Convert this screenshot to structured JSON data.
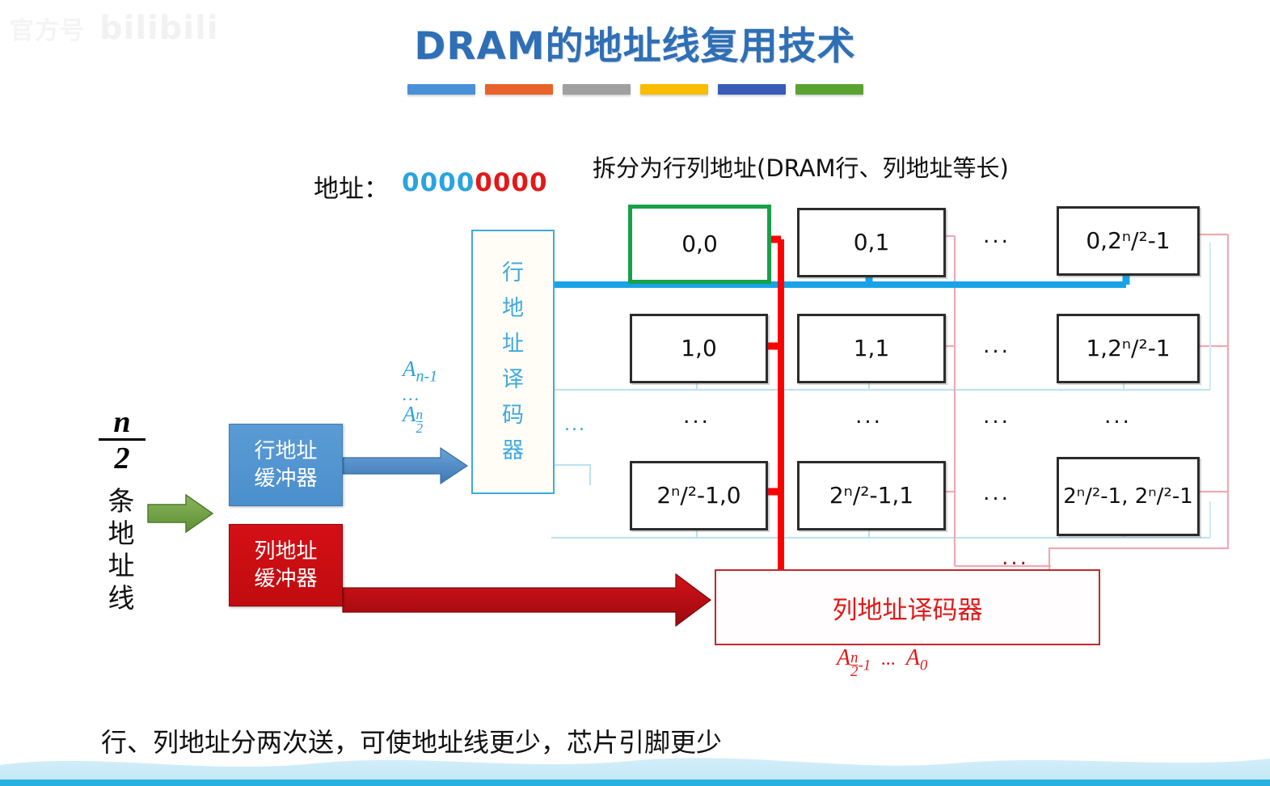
{
  "watermark": {
    "cn": "官方号",
    "brand": "bilibili"
  },
  "title": {
    "en": "DRAM",
    "cn": "的地址线复用技术"
  },
  "title_bars": [
    {
      "name": "bar-blue",
      "color": "#4a90d9"
    },
    {
      "name": "bar-orange",
      "color": "#e8632a"
    },
    {
      "name": "bar-gray",
      "color": "#a0a0a0"
    },
    {
      "name": "bar-gold",
      "color": "#fbbc04"
    },
    {
      "name": "bar-navy",
      "color": "#3a5cb8"
    },
    {
      "name": "bar-green",
      "color": "#5ba331"
    }
  ],
  "address": {
    "label": "地址：",
    "row_bits": "0000",
    "col_bits": "0000",
    "row_bits_color": "#2aa3e0",
    "col_bits_color": "#e01a1a"
  },
  "split_note": "拆分为行列地址(DRAM行、列地址等长)",
  "left": {
    "n_numerator": "n",
    "n_denominator": "2",
    "lines_label": [
      "条",
      "地",
      "址",
      "线"
    ]
  },
  "buffers": {
    "row": {
      "line1": "行地址",
      "line2": "缓冲器",
      "color": "#4a8fcc"
    },
    "col": {
      "line1": "列地址",
      "line2": "缓冲器",
      "color": "#c00c10"
    }
  },
  "row_addr_signal": {
    "high": "A",
    "high_sub": "n-1",
    "dots": "...",
    "low": "A",
    "low_sub_num": "n",
    "low_sub_den": "2"
  },
  "col_addr_signal": {
    "high": "A",
    "high_sub_num": "n",
    "high_sub_den": "2",
    "high_sub_tail": "-1",
    "dots": "...",
    "low": "A",
    "low_sub": "0"
  },
  "row_decoder": {
    "chars": [
      "行",
      "地",
      "址",
      "译",
      "码",
      "器"
    ],
    "color": "#3fa9e0",
    "dots": "..."
  },
  "col_decoder": {
    "label": "列地址译码器",
    "color": "#e01a1a"
  },
  "grid": {
    "col_dots": "...",
    "row_dots": "...",
    "tail_dots": "...",
    "rows": [
      {
        "cells": [
          {
            "text": "0,0",
            "selected": true
          },
          {
            "text": "0,1",
            "selected": false
          },
          {
            "text": "0,2ⁿ/²-1",
            "selected": false
          }
        ]
      },
      {
        "cells": [
          {
            "text": "1,0",
            "selected": false
          },
          {
            "text": "1,1",
            "selected": false
          },
          {
            "text": "1,2ⁿ/²-1",
            "selected": false
          }
        ]
      },
      {
        "cells": [
          {
            "text": "2ⁿ/²-1,0",
            "selected": false
          },
          {
            "text": "2ⁿ/²-1,1",
            "selected": false
          },
          {
            "text": "2ⁿ/²-1, 2ⁿ/²-1",
            "selected": false
          }
        ]
      }
    ]
  },
  "caption": "行、列地址分两次送，可使地址线更少，芯片引脚更少",
  "colors": {
    "word_line": "#18a3e8",
    "bit_line": "#ff0000",
    "selected_cell": "#18a04a",
    "faint_blue": "#bfe3ee",
    "faint_red": "#f0a8b4",
    "title_blue": "#2f6fb5"
  }
}
